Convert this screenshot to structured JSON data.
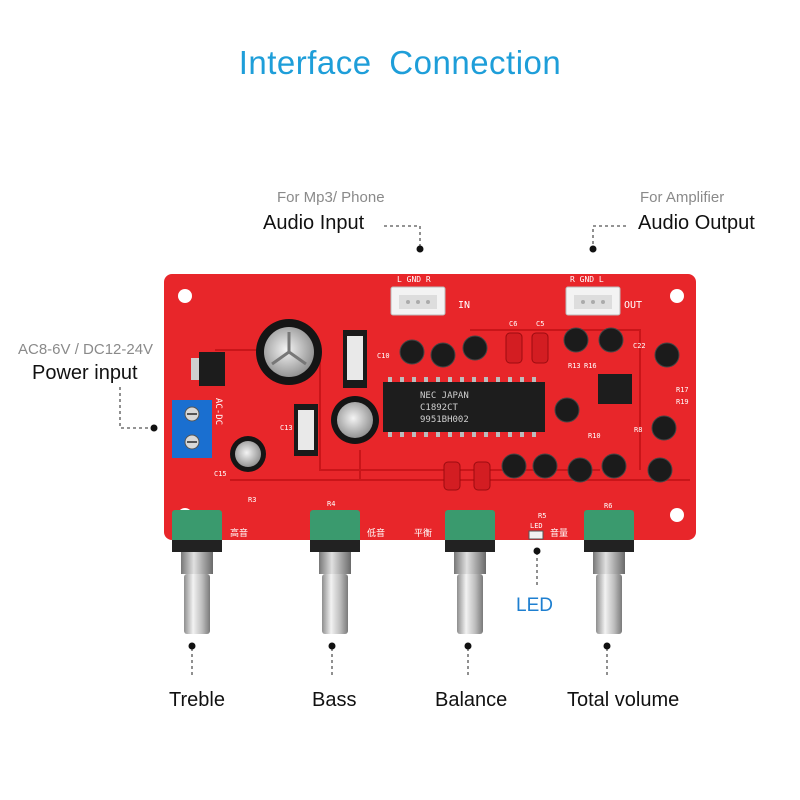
{
  "title": "Interface  Connection",
  "audio_input": {
    "sub": "For Mp3/ Phone",
    "label": "Audio Input"
  },
  "audio_output": {
    "sub": "For Amplifier",
    "label": "Audio Output"
  },
  "power": {
    "sub": "AC8-6V / DC12-24V",
    "label": "Power input"
  },
  "led": {
    "label": "LED"
  },
  "knobs": {
    "treble": "Treble",
    "bass": "Bass",
    "balance": "Balance",
    "volume": "Total volume"
  },
  "silkscreen": {
    "in": "IN",
    "out": "OUT",
    "in_pins": "L GND R",
    "out_pins": "R GND L",
    "ac_dc": "AC-DC",
    "chip_line1": "NEC JAPAN",
    "chip_line2": "C1892CT",
    "chip_line3": "9951BH002",
    "led": "LED",
    "r3": "R3",
    "r4": "R4",
    "r5": "R5",
    "r6": "R6",
    "r8": "R8",
    "r10": "R10",
    "r13": "R13",
    "r16": "R16",
    "r17": "R17",
    "r19": "R19",
    "c5": "C5",
    "c6": "C6",
    "c10": "C10",
    "c13": "C13",
    "c15": "C15",
    "c22": "C22",
    "cn_treble": "高音",
    "cn_bass": "低音",
    "cn_balance": "平衡",
    "cn_volume": "音量"
  },
  "colors": {
    "title": "#1e9ed9",
    "pcb": "#e8262a",
    "led_label": "#1e7fd0",
    "knob_cap": "#3a9a6e"
  }
}
